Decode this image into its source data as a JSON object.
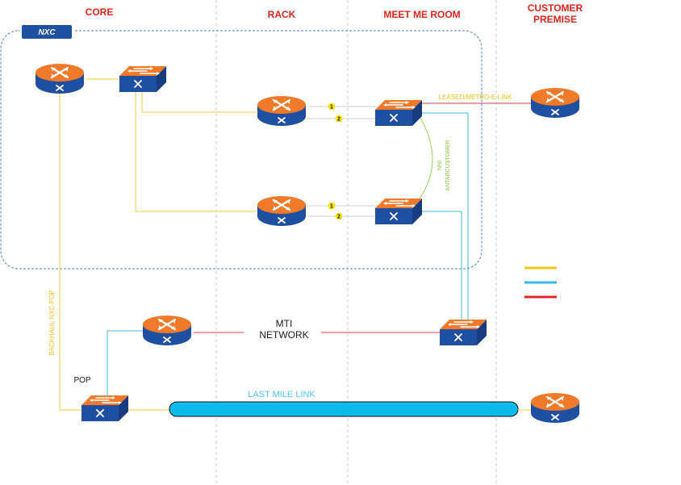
{
  "columns": {
    "core": "CORE",
    "rack": "RACK",
    "meet_me_room": "MEET ME ROOM",
    "customer_premise_line1": "CUSTOMER",
    "customer_premise_line2": "PREMISE"
  },
  "logo": {
    "text": "NXC"
  },
  "links": {
    "leased": "LEASED/METRO-E LINK",
    "nni_line1": "NNI",
    "nni_line2": "ANTARCUSTOMER",
    "backhaul": "BACKHAUL NXC-POP",
    "mti_line1": "MTI",
    "mti_line2": "NETWORK",
    "last_mile": "LAST MILE LINK",
    "pop": "POP"
  },
  "ports": {
    "port1": "1",
    "port2": "2"
  },
  "legend": {
    "items": [
      {
        "color": "#f5c518"
      },
      {
        "color": "#38b7ea"
      },
      {
        "color": "#e8262a"
      }
    ]
  },
  "colors": {
    "router_top": "#f07a2a",
    "router_body": "#1f4fa0",
    "switch_top": "#f07a2a",
    "switch_body": "#1f4fa0",
    "yellow_link": "#f5d65a",
    "cyan_link": "#3cb9e8",
    "red_link": "#e0394a",
    "green_link": "#9fcf5a",
    "title_red": "#d8261c",
    "core_box": "#4f81bd"
  }
}
